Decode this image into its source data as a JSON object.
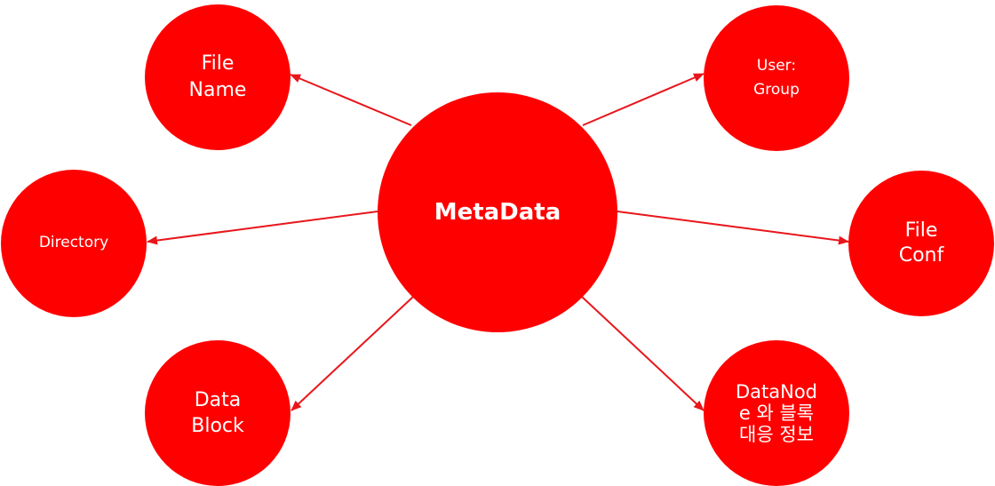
{
  "colors": {
    "node_fill": "#ff0000",
    "node_text": "#ffffff",
    "arrow": "#e8161b"
  },
  "nodes": {
    "center": {
      "label": "MetaData"
    },
    "file_name": {
      "label": "File\nName"
    },
    "user_group": {
      "label": "User:\nGroup"
    },
    "directory": {
      "label": "Directory"
    },
    "file_conf": {
      "label": "File\nConf"
    },
    "data_block": {
      "label": "Data\nBlock"
    },
    "datanode_block": {
      "label": "DataNode 와 블록 대응 정보"
    }
  }
}
